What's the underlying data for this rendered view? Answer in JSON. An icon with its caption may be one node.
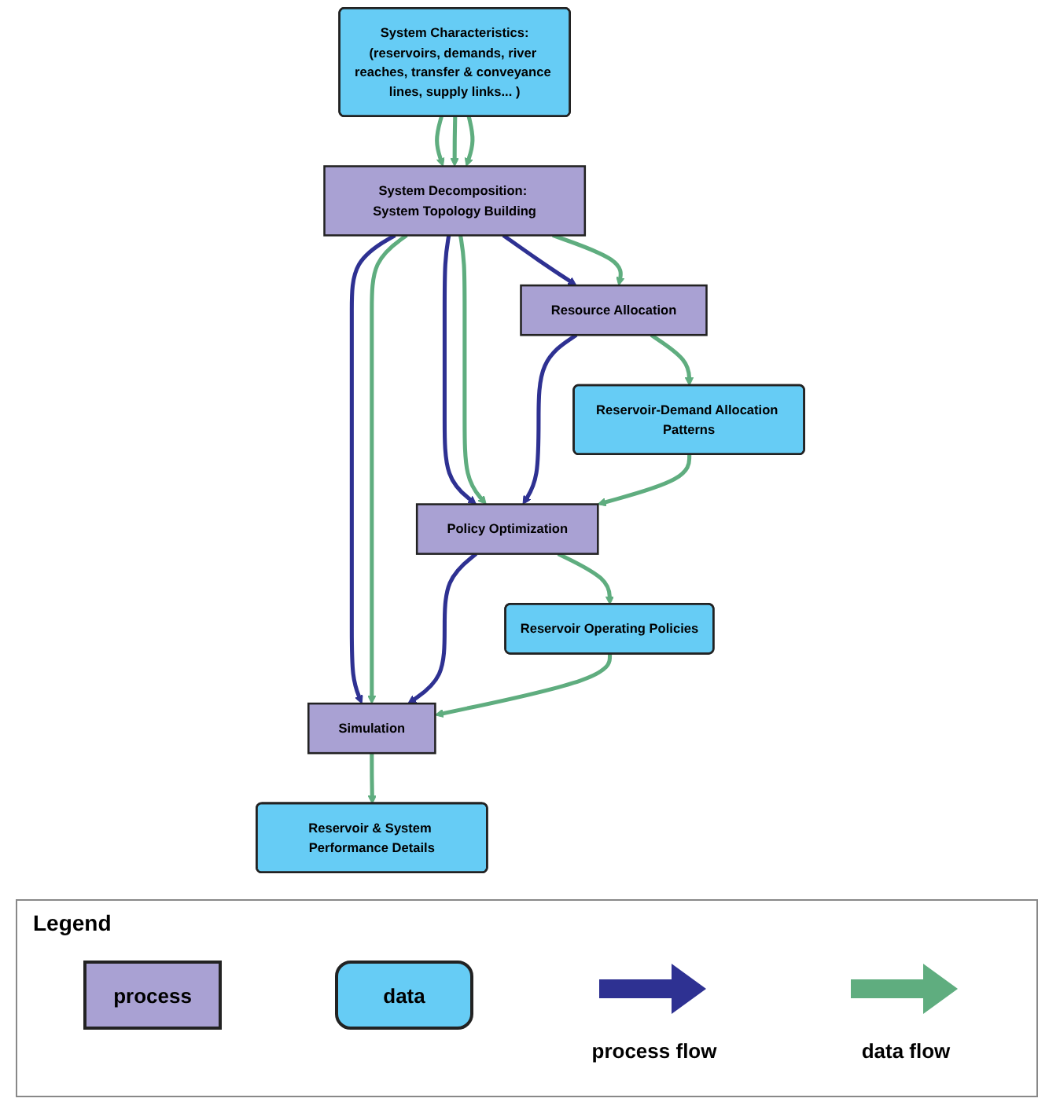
{
  "diagram": {
    "nodes": [
      {
        "text": [
          "System Characteristics:",
          "(reservoirs, demands, river reaches, transfer & conveyance lines, supply links... )"
        ]
      },
      {
        "text": [
          "System Decomposition: System Topology Building"
        ]
      },
      {
        "text": [
          "Resource Allocation"
        ]
      },
      {
        "text": [
          "Policy Optimization"
        ]
      },
      {
        "text": [
          "Simulation"
        ]
      },
      {
        "text": [
          "Reservoir-Demand Allocation Patterns"
        ]
      },
      {
        "text": [
          "Reservoir Operating Policies"
        ]
      },
      {
        "text": [
          "Reservoir & System Performance Details"
        ]
      }
    ],
    "edges": [
      {
        "from": 0,
        "to": 1,
        "arrow": "to"
      },
      {
        "from": 0,
        "to": 1,
        "arrow": "to"
      },
      {
        "from": 0,
        "to": 1,
        "arrow": "to"
      },
      {
        "from": 1,
        "to": 2,
        "arrow": "to",
        "color": "#2e3192"
      },
      {
        "from": 1,
        "to": 2,
        "arrow": "to"
      },
      {
        "from": 1,
        "to": 3,
        "arrow": "to",
        "color": "#2e3192"
      },
      {
        "from": 1,
        "to": 3,
        "arrow": "to"
      },
      {
        "from": 1,
        "to": 4,
        "arrow": "to",
        "color": "#2e3192"
      },
      {
        "from": 1,
        "to": 4,
        "arrow": "to"
      },
      {
        "from": 2,
        "to": 3,
        "arrow": "to",
        "color": "#2e3192"
      },
      {
        "from": 3,
        "to": 4,
        "arrow": "to",
        "color": "#2e3192"
      },
      {
        "from": 2,
        "to": 5,
        "arrow": "to"
      },
      {
        "from": 3,
        "to": 6,
        "arrow": "to"
      },
      {
        "from": 4,
        "to": 7,
        "arrow": "to"
      },
      {
        "from": 5,
        "to": 3,
        "arrow": "to"
      },
      {
        "from": 6,
        "to": 4,
        "arrow": "to"
      }
    ],
    "labels": [
      "Legend"
    ],
    "legend": [
      {
        "text": "process"
      },
      {
        "text": "data"
      },
      {
        "text": "process flow"
      },
      {
        "text": "data flow"
      }
    ]
  }
}
